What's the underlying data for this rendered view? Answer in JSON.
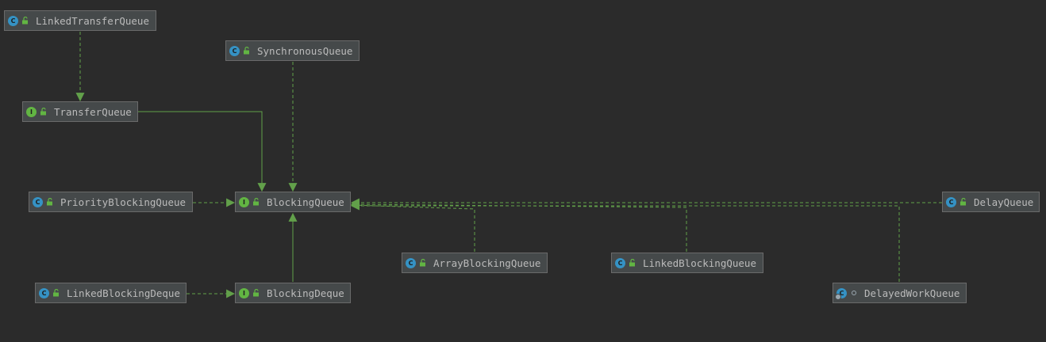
{
  "diagram": {
    "nodes": [
      {
        "id": "LinkedTransferQueue",
        "label": "LinkedTransferQueue",
        "kind": "class",
        "kind_letter": "C",
        "visibility": "public"
      },
      {
        "id": "SynchronousQueue",
        "label": "SynchronousQueue",
        "kind": "class",
        "kind_letter": "C",
        "visibility": "public"
      },
      {
        "id": "TransferQueue",
        "label": "TransferQueue",
        "kind": "interface",
        "kind_letter": "I",
        "visibility": "public"
      },
      {
        "id": "PriorityBlockingQueue",
        "label": "PriorityBlockingQueue",
        "kind": "class",
        "kind_letter": "C",
        "visibility": "public"
      },
      {
        "id": "BlockingQueue",
        "label": "BlockingQueue",
        "kind": "interface",
        "kind_letter": "I",
        "visibility": "public"
      },
      {
        "id": "DelayQueue",
        "label": "DelayQueue",
        "kind": "class",
        "kind_letter": "C",
        "visibility": "public"
      },
      {
        "id": "ArrayBlockingQueue",
        "label": "ArrayBlockingQueue",
        "kind": "class",
        "kind_letter": "C",
        "visibility": "public"
      },
      {
        "id": "LinkedBlockingQueue",
        "label": "LinkedBlockingQueue",
        "kind": "class",
        "kind_letter": "C",
        "visibility": "public"
      },
      {
        "id": "LinkedBlockingDeque",
        "label": "LinkedBlockingDeque",
        "kind": "class",
        "kind_letter": "C",
        "visibility": "public"
      },
      {
        "id": "BlockingDeque",
        "label": "BlockingDeque",
        "kind": "interface",
        "kind_letter": "I",
        "visibility": "public"
      },
      {
        "id": "DelayedWorkQueue",
        "label": "DelayedWorkQueue",
        "kind": "class-inner",
        "kind_letter": "C",
        "visibility": "package"
      }
    ],
    "edges": [
      {
        "from": "LinkedTransferQueue",
        "to": "TransferQueue",
        "type": "implements"
      },
      {
        "from": "TransferQueue",
        "to": "BlockingQueue",
        "type": "extends"
      },
      {
        "from": "SynchronousQueue",
        "to": "BlockingQueue",
        "type": "implements"
      },
      {
        "from": "PriorityBlockingQueue",
        "to": "BlockingQueue",
        "type": "implements"
      },
      {
        "from": "BlockingDeque",
        "to": "BlockingQueue",
        "type": "extends"
      },
      {
        "from": "LinkedBlockingDeque",
        "to": "BlockingDeque",
        "type": "implements"
      },
      {
        "from": "ArrayBlockingQueue",
        "to": "BlockingQueue",
        "type": "implements"
      },
      {
        "from": "LinkedBlockingQueue",
        "to": "BlockingQueue",
        "type": "implements"
      },
      {
        "from": "DelayQueue",
        "to": "BlockingQueue",
        "type": "implements"
      },
      {
        "from": "DelayedWorkQueue",
        "to": "BlockingQueue",
        "type": "implements"
      }
    ],
    "colors": {
      "background": "#2b2b2b",
      "node_fill": "#45494a",
      "node_border": "#6a6a6a",
      "text": "#bbbbbb",
      "edge": "#62a04a",
      "class_badge": "#3592c4",
      "interface_badge": "#62b543"
    },
    "icons": {
      "class": "class-icon",
      "interface": "interface-icon",
      "public": "unlocked-public-icon",
      "package": "package-private-dot-icon"
    }
  }
}
